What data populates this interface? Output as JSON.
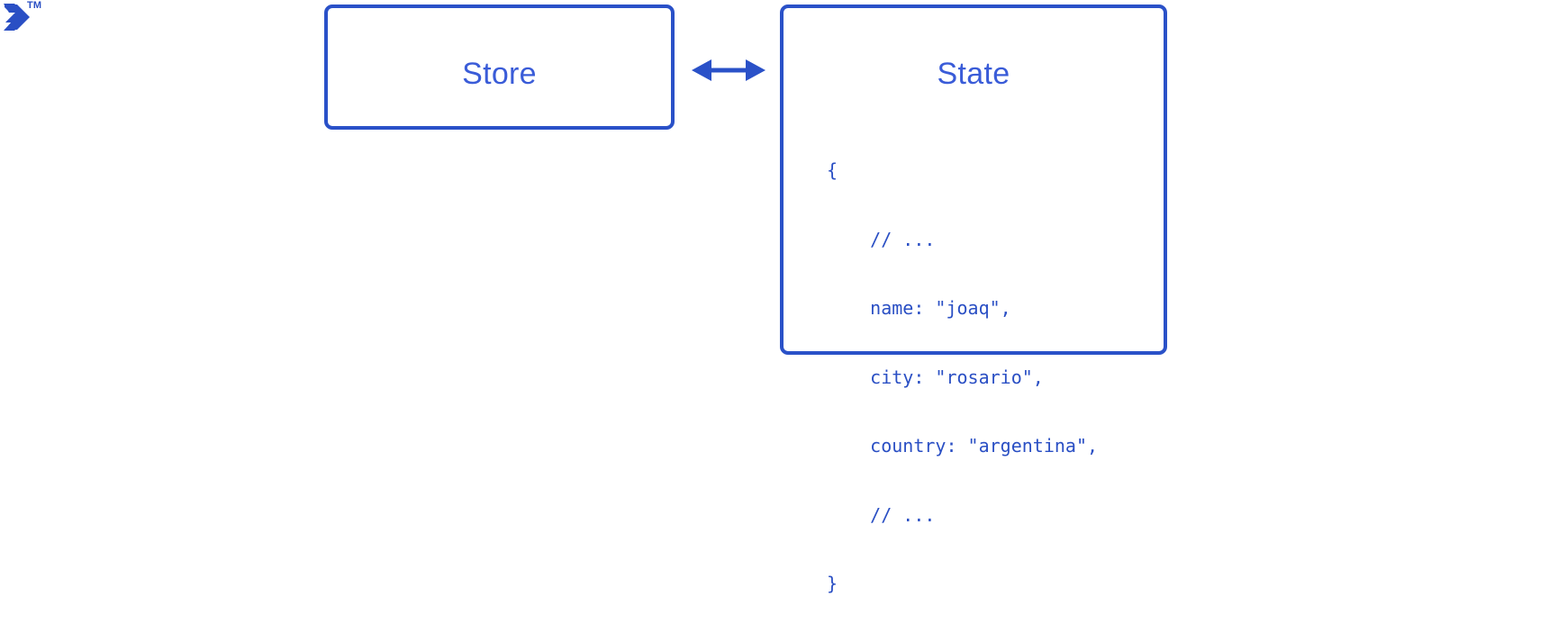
{
  "brand": {
    "logo_icon": "toptal-chevron-logo",
    "trademark": "TM",
    "color": "#2a4fc4"
  },
  "diagram": {
    "type": "flow",
    "accent_color": "#2a51c8",
    "title_color": "#3a5cd8",
    "code_color": "#2a4fc4",
    "background": "#ffffff",
    "nodes": [
      {
        "id": "store",
        "label": "Store"
      },
      {
        "id": "state",
        "label": "State"
      }
    ],
    "connector": {
      "icon": "double-headed-arrow-icon",
      "from": "store",
      "to": "state",
      "direction": "bidirectional"
    }
  },
  "state_code": {
    "lines": [
      "{",
      "    // ...",
      "    name: \"joaq\",",
      "    city: \"rosario\",",
      "    country: \"argentina\",",
      "    // ...",
      "}"
    ]
  }
}
